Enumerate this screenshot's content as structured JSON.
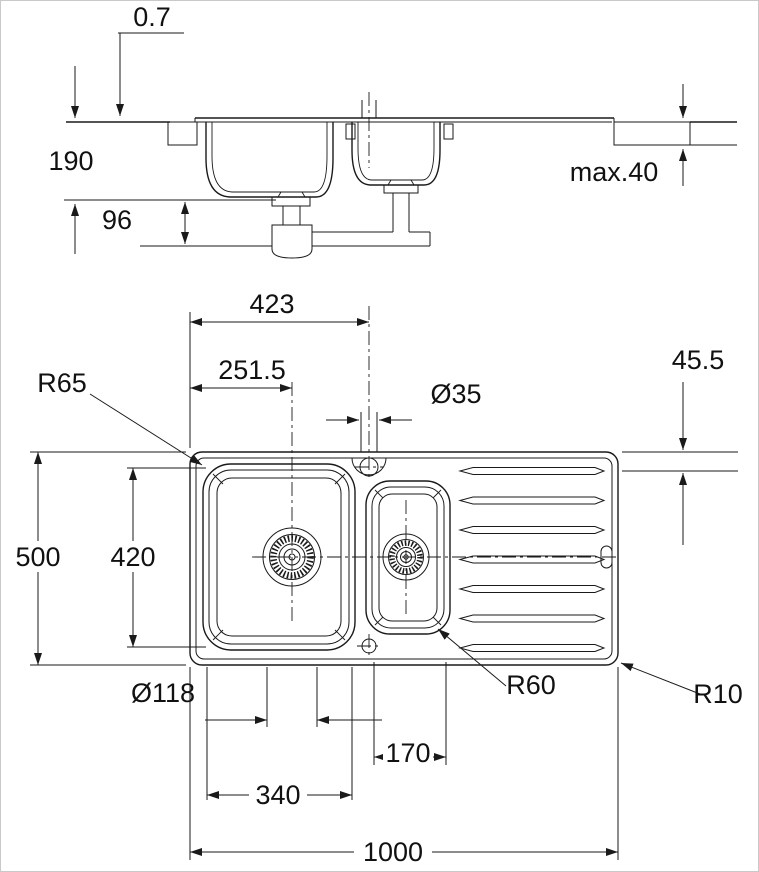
{
  "side_view": {
    "rim_height": "0.7",
    "bowl_depth": "190",
    "trap_height": "96",
    "counter_thickness": "max.40"
  },
  "plan_view": {
    "tap_center_from_left": "423",
    "main_drain_from_left": "251.5",
    "tap_hole_diameter": "Ø35",
    "drainboard_groove_offset": "45.5",
    "main_bowl_corner_radius": "R65",
    "overall_depth": "500",
    "main_bowl_length": "420",
    "main_drain_diameter": "Ø118",
    "small_bowl_corner_radius": "R60",
    "outer_corner_radius": "R10",
    "small_bowl_width": "170",
    "main_bowl_width": "340",
    "overall_length": "1000"
  },
  "colors": {
    "line": "#1a1a1a",
    "background": "#ffffff"
  }
}
